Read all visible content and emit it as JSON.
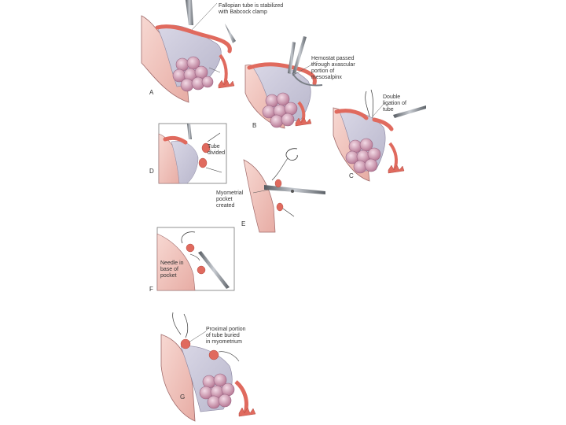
{
  "panels": [
    {
      "letter": "A",
      "caption_lines": [
        "Fallopian tube is stabilized",
        "with Babcock clamp"
      ]
    },
    {
      "letter": "B",
      "caption_lines": [
        "Hemostat passed",
        "through avascular",
        "portion of",
        "mesosalpinx"
      ]
    },
    {
      "letter": "C",
      "caption_lines": [
        "Double",
        "ligation of",
        "tube"
      ]
    },
    {
      "letter": "D",
      "caption_lines": [
        "Tube",
        "divided"
      ]
    },
    {
      "letter": "E",
      "caption_lines": [
        "Myometrial",
        "pocket",
        "created"
      ]
    },
    {
      "letter": "F",
      "caption_lines": [
        "Needle in",
        "base of",
        "pocket"
      ]
    },
    {
      "letter": "G",
      "caption_lines": [
        "Proximal portion",
        "of tube buried",
        "in myometrium"
      ]
    }
  ],
  "colors": {
    "uterus": "#f1c8c2",
    "ovary": "#c98fa8",
    "tube": "#e06a5e",
    "outline": "#8a5a5a",
    "instrument": "#7a7f86",
    "frame": "#777777"
  }
}
